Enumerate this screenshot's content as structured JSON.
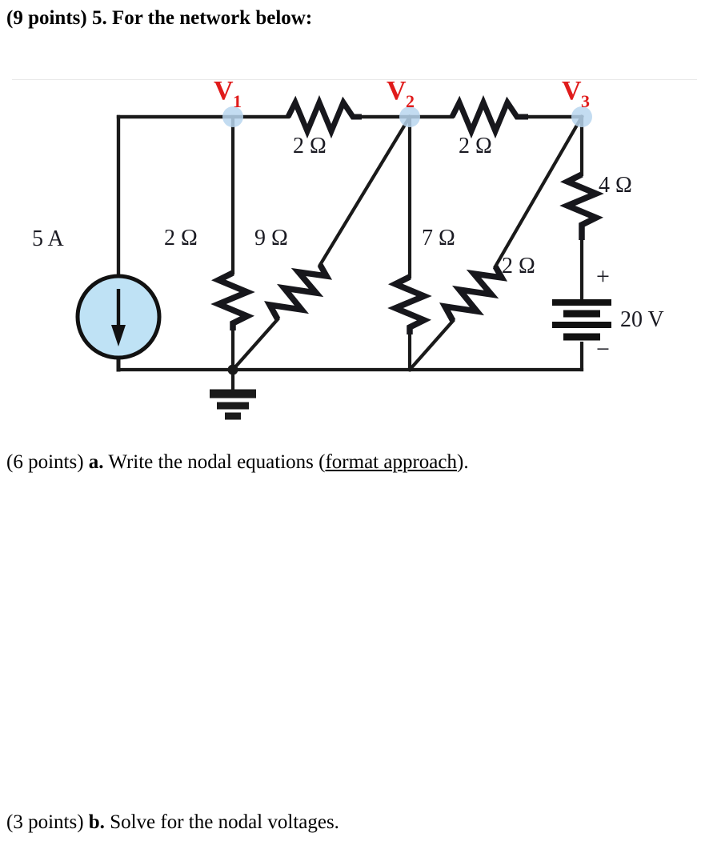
{
  "document": {
    "heading": {
      "points": "(9 points)",
      "number": "5.",
      "text": "For the network below:"
    },
    "part_a": {
      "points": "(6 points)",
      "letter": "a.",
      "text_before": "Write the nodal equations (",
      "emphasis": "format approach",
      "text_after": ")."
    },
    "part_b": {
      "points": "(3 points)",
      "letter": "b.",
      "text": "Solve for the nodal voltages."
    }
  },
  "circuit": {
    "title": "Three-node resistive network with current source and voltage source",
    "colors": {
      "node_dot": "#b9d6ef",
      "node_label": "#e01b1b",
      "source_fill": "#bfe2f5",
      "wire": "#1a1a1a",
      "rule": "#e9e9e9"
    },
    "nodes": [
      {
        "id": "n1",
        "label": "V",
        "subscript": "1"
      },
      {
        "id": "n2",
        "label": "V",
        "subscript": "2"
      },
      {
        "id": "n3",
        "label": "V",
        "subscript": "3"
      }
    ],
    "sources": [
      {
        "id": "isrc",
        "type": "current-source",
        "value": "5 A",
        "direction": "down"
      },
      {
        "id": "vsrc",
        "type": "battery",
        "value": "20 V",
        "plus": "+",
        "minus": "−"
      }
    ],
    "resistors": [
      {
        "id": "r-top-12",
        "value": "2 Ω",
        "orientation": "horizontal",
        "between": "V1-V2"
      },
      {
        "id": "r-top-23",
        "value": "2 Ω",
        "orientation": "horizontal",
        "between": "V2-V3"
      },
      {
        "id": "r-v1-gnd",
        "value": "2 Ω",
        "orientation": "vertical",
        "between": "V1-ground"
      },
      {
        "id": "r-diag-9",
        "value": "9 Ω",
        "orientation": "diagonal",
        "between": "ground-V2"
      },
      {
        "id": "r-v2-gnd",
        "value": "7 Ω",
        "orientation": "vertical",
        "between": "V2-ground"
      },
      {
        "id": "r-diag-2",
        "value": "2 Ω",
        "orientation": "diagonal",
        "between": "ground-V3"
      },
      {
        "id": "r-v3-bat",
        "value": "4 Ω",
        "orientation": "vertical",
        "between": "V3-battery"
      }
    ],
    "ground": {
      "id": "gnd",
      "label": "ground-symbol"
    }
  }
}
